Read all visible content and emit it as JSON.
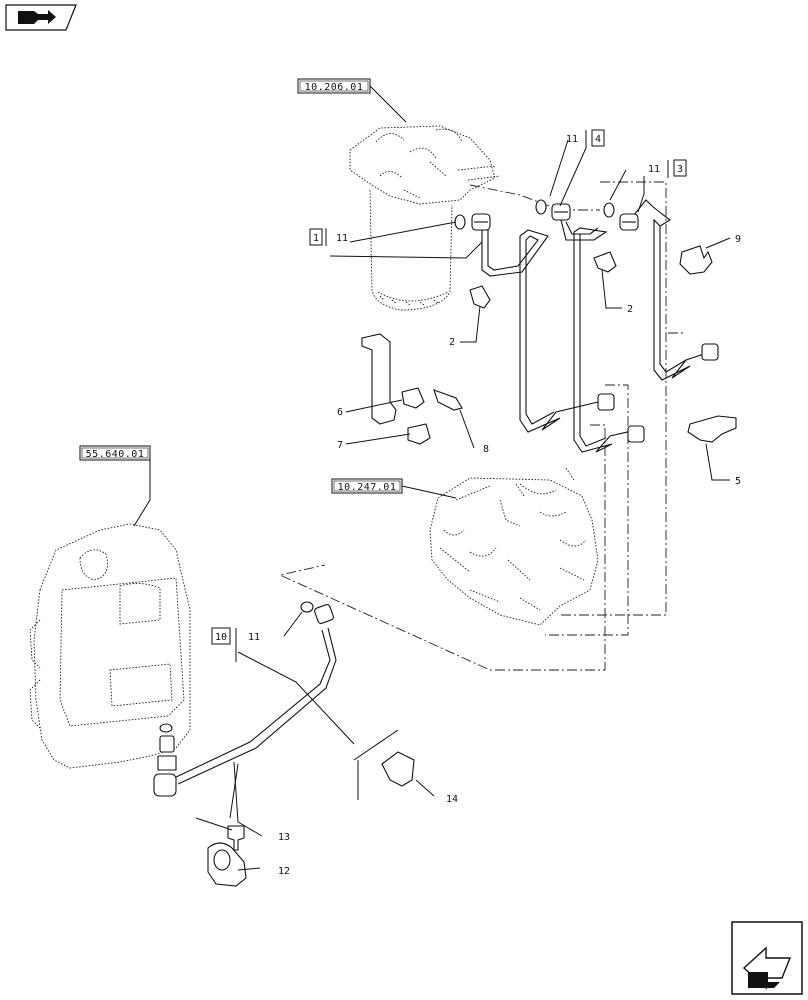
{
  "nav": {
    "top_icon": "book-arrow-icon",
    "bottom_icon": "next-page-arrow-icon"
  },
  "refs": {
    "r1": "10.206.01",
    "r2": "55.640.01",
    "r3": "10.247.01"
  },
  "callouts": {
    "c1": "1",
    "c1b": "11",
    "c4": "4",
    "c4b": "11",
    "c3": "3",
    "c3b": "11",
    "c9": "9",
    "c2a": "2",
    "c2b": "2",
    "c6": "6",
    "c7": "7",
    "c8": "8",
    "c5": "5",
    "c10": "10",
    "c10b": "11",
    "c13": "13",
    "c12": "12",
    "c14": "14"
  }
}
